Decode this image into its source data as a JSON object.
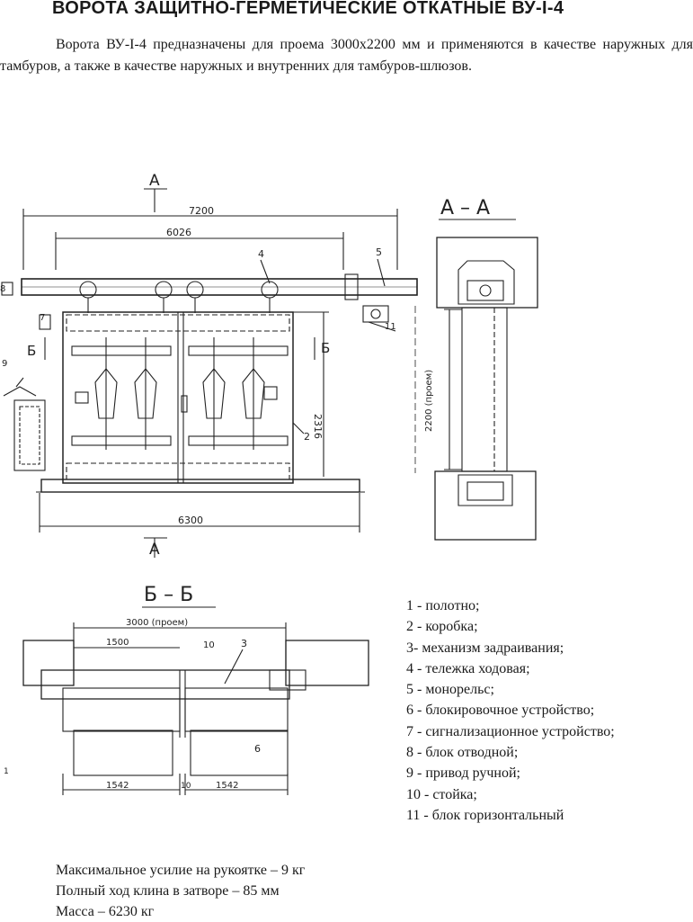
{
  "document": {
    "title": "ВОРОТА ЗАЩИТНО-ГЕРМЕТИЧЕСКИЕ ОТКАТНЫЕ   ВУ-I-4",
    "intro_text": "Ворота ВУ-I-4 предназначены для проема 3000x2200 мм и применяются в качестве наружных для тамбуров, а также в качестве наружных и внутренних для тамбуров-шлюзов."
  },
  "drawing": {
    "section_aa_marker": "А",
    "section_aa_title": "А – А",
    "section_bb_marker": "Б",
    "section_bb_title": "Б – Б",
    "dimensions": {
      "overall_length": "7200",
      "rail_span": "6026",
      "base_length": "6300",
      "height": "2316",
      "opening_height": "2200 (проем)",
      "opening_width": "3000 (проем)",
      "half_width": "1500",
      "bottom_left": "1542",
      "bottom_right": "1542",
      "bottom_mid": "10"
    },
    "callouts": {
      "c1": "1",
      "c2": "2",
      "c3": "3",
      "c4": "4",
      "c5": "5",
      "c6": "6",
      "c7": "7",
      "c8": "8",
      "c9": "9",
      "c10": "10",
      "c11": "11"
    }
  },
  "legend": [
    "1 - полотно;",
    "2 - коробка;",
    "3- механизм задраивания;",
    "4 - тележка ходовая;",
    "5 - монорельс;",
    "6 - блокировочное устройство;",
    "7 - сигнализационное  устройство;",
    "8 - блок отводной;",
    "9 - привод ручной;",
    "10 - стойка;",
    "11 - блок горизонтальный"
  ],
  "specs": [
    "Максимальное усилие на рукоятке – 9 кг",
    "Полный ход клина в затворе – 85 мм",
    "Масса – 6230 кг"
  ]
}
